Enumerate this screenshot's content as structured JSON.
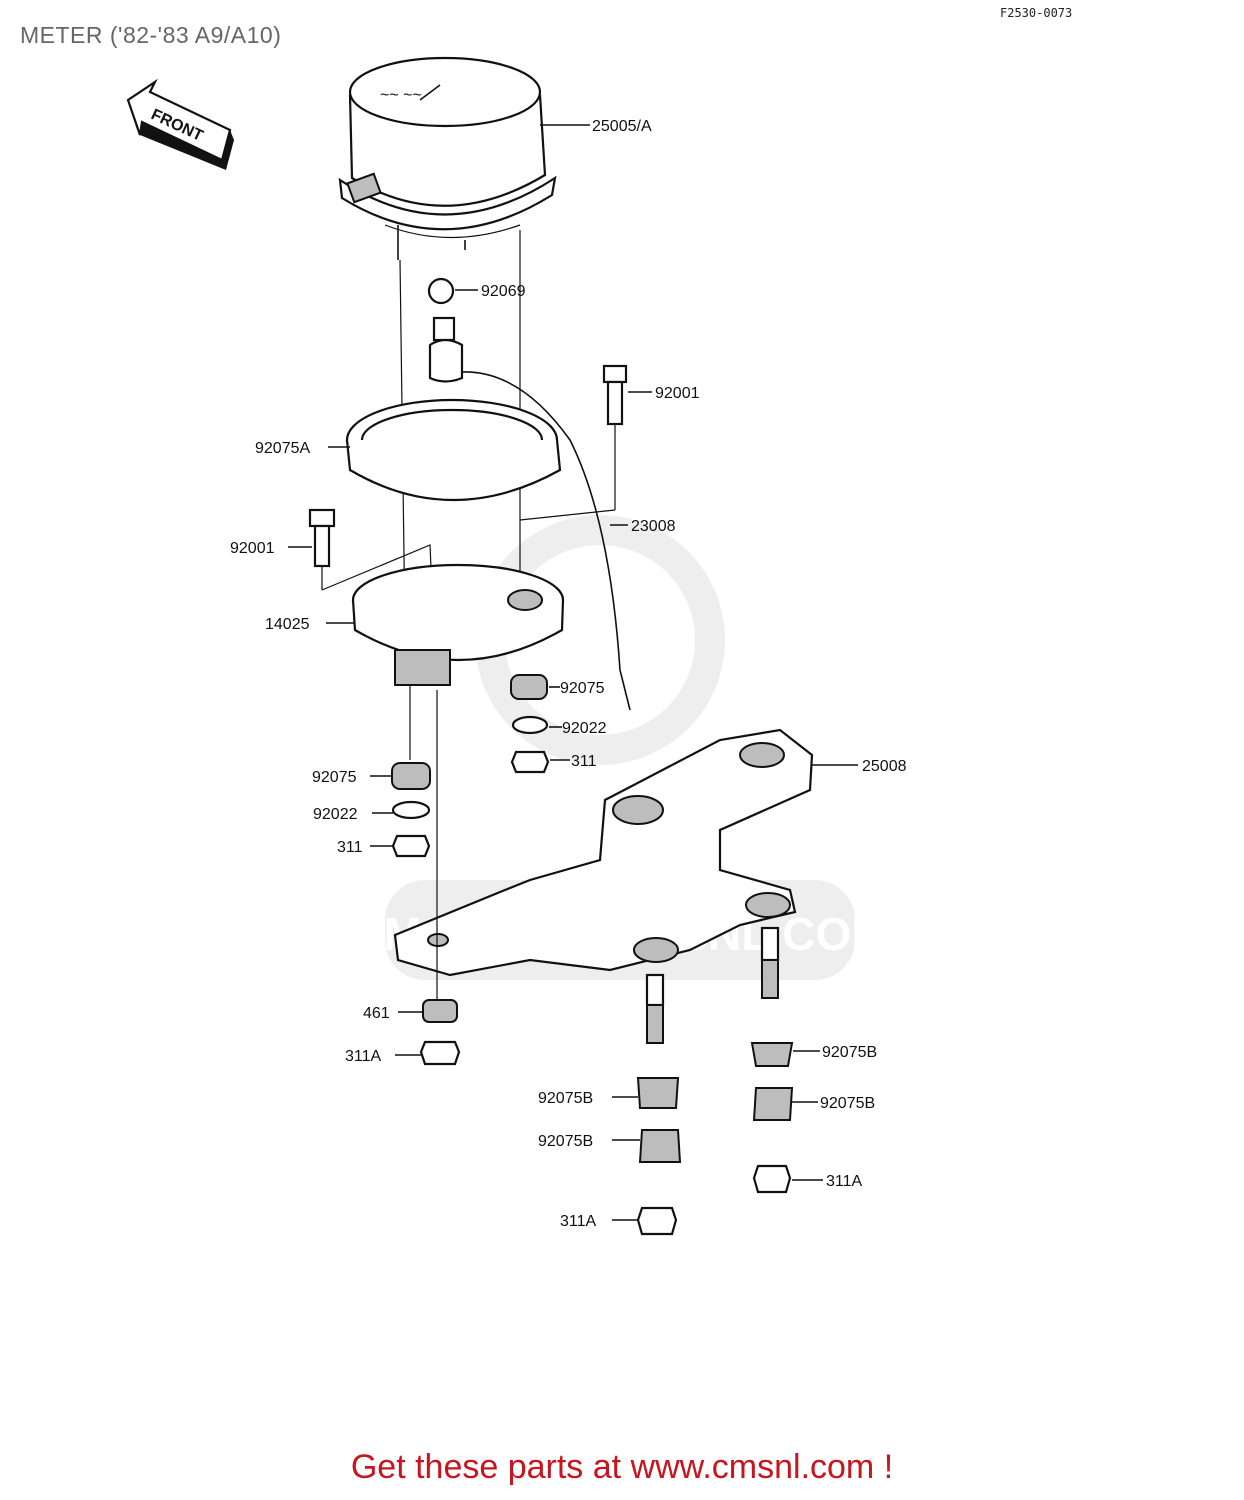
{
  "title": "METER ('82-'83 A9/A10)",
  "diagram_code": "F2530-0073",
  "front_label": "FRONT",
  "footer": "Get these parts at www.cmsnl.com !",
  "watermark": "CMS WWW.CMSNL.COM",
  "labels": {
    "meter": "25005/A",
    "bulb": "92069",
    "bolt_right": "92001",
    "cover": "92075A",
    "cable": "23008",
    "bolt_left": "92001",
    "housing": "14025",
    "grommet_a": "92075",
    "washer_a": "92022",
    "nut_a": "311",
    "bracket": "25008",
    "grommet_b": "92075",
    "washer_b": "92022",
    "nut_b": "311",
    "washer_461": "461",
    "nut_311a_left": "311A",
    "grommet_92075b_1": "92075B",
    "grommet_92075b_2": "92075B",
    "grommet_92075b_3": "92075B",
    "grommet_92075b_4": "92075B",
    "nut_311a_right": "311A",
    "nut_311a_bottom": "311A"
  }
}
